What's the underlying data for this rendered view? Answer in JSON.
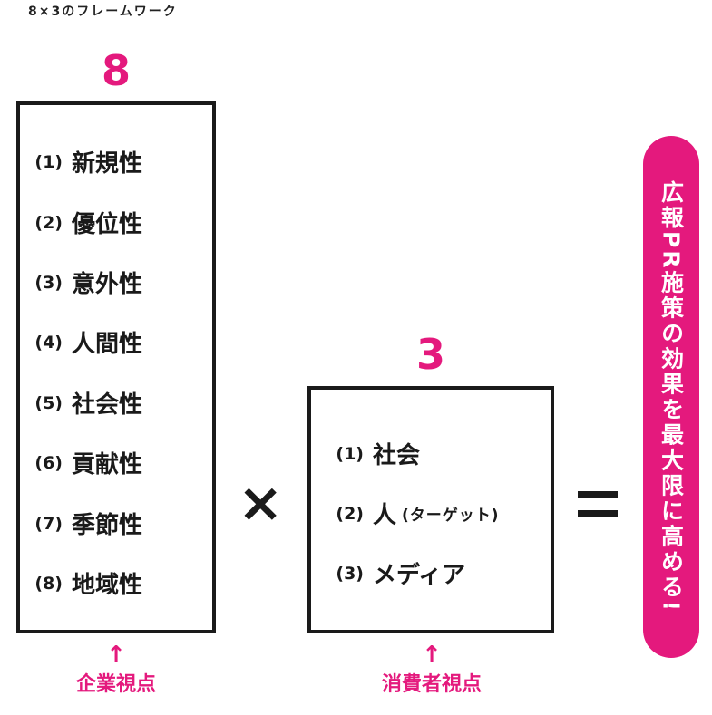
{
  "title": "8×3のフレームワーク",
  "colors": {
    "accent": "#e4197d",
    "ink": "#1a1a1a"
  },
  "left_group": {
    "number": "8",
    "items": [
      {
        "num": "(1)",
        "label": "新規性"
      },
      {
        "num": "(2)",
        "label": "優位性"
      },
      {
        "num": "(3)",
        "label": "意外性"
      },
      {
        "num": "(4)",
        "label": "人間性"
      },
      {
        "num": "(5)",
        "label": "社会性"
      },
      {
        "num": "(6)",
        "label": "貢献性"
      },
      {
        "num": "(7)",
        "label": "季節性"
      },
      {
        "num": "(8)",
        "label": "地域性"
      }
    ],
    "arrow": "↑",
    "viewpoint": "企業視点"
  },
  "operator_times": "×",
  "right_group": {
    "number": "3",
    "items": [
      {
        "num": "(1)",
        "label": "社会",
        "sub": ""
      },
      {
        "num": "(2)",
        "label": "人",
        "sub": "(ターゲット)"
      },
      {
        "num": "(3)",
        "label": "メディア",
        "sub": ""
      }
    ],
    "arrow": "↑",
    "viewpoint": "消費者視点"
  },
  "result": "広報PR施策の効果を最大限に高める!"
}
